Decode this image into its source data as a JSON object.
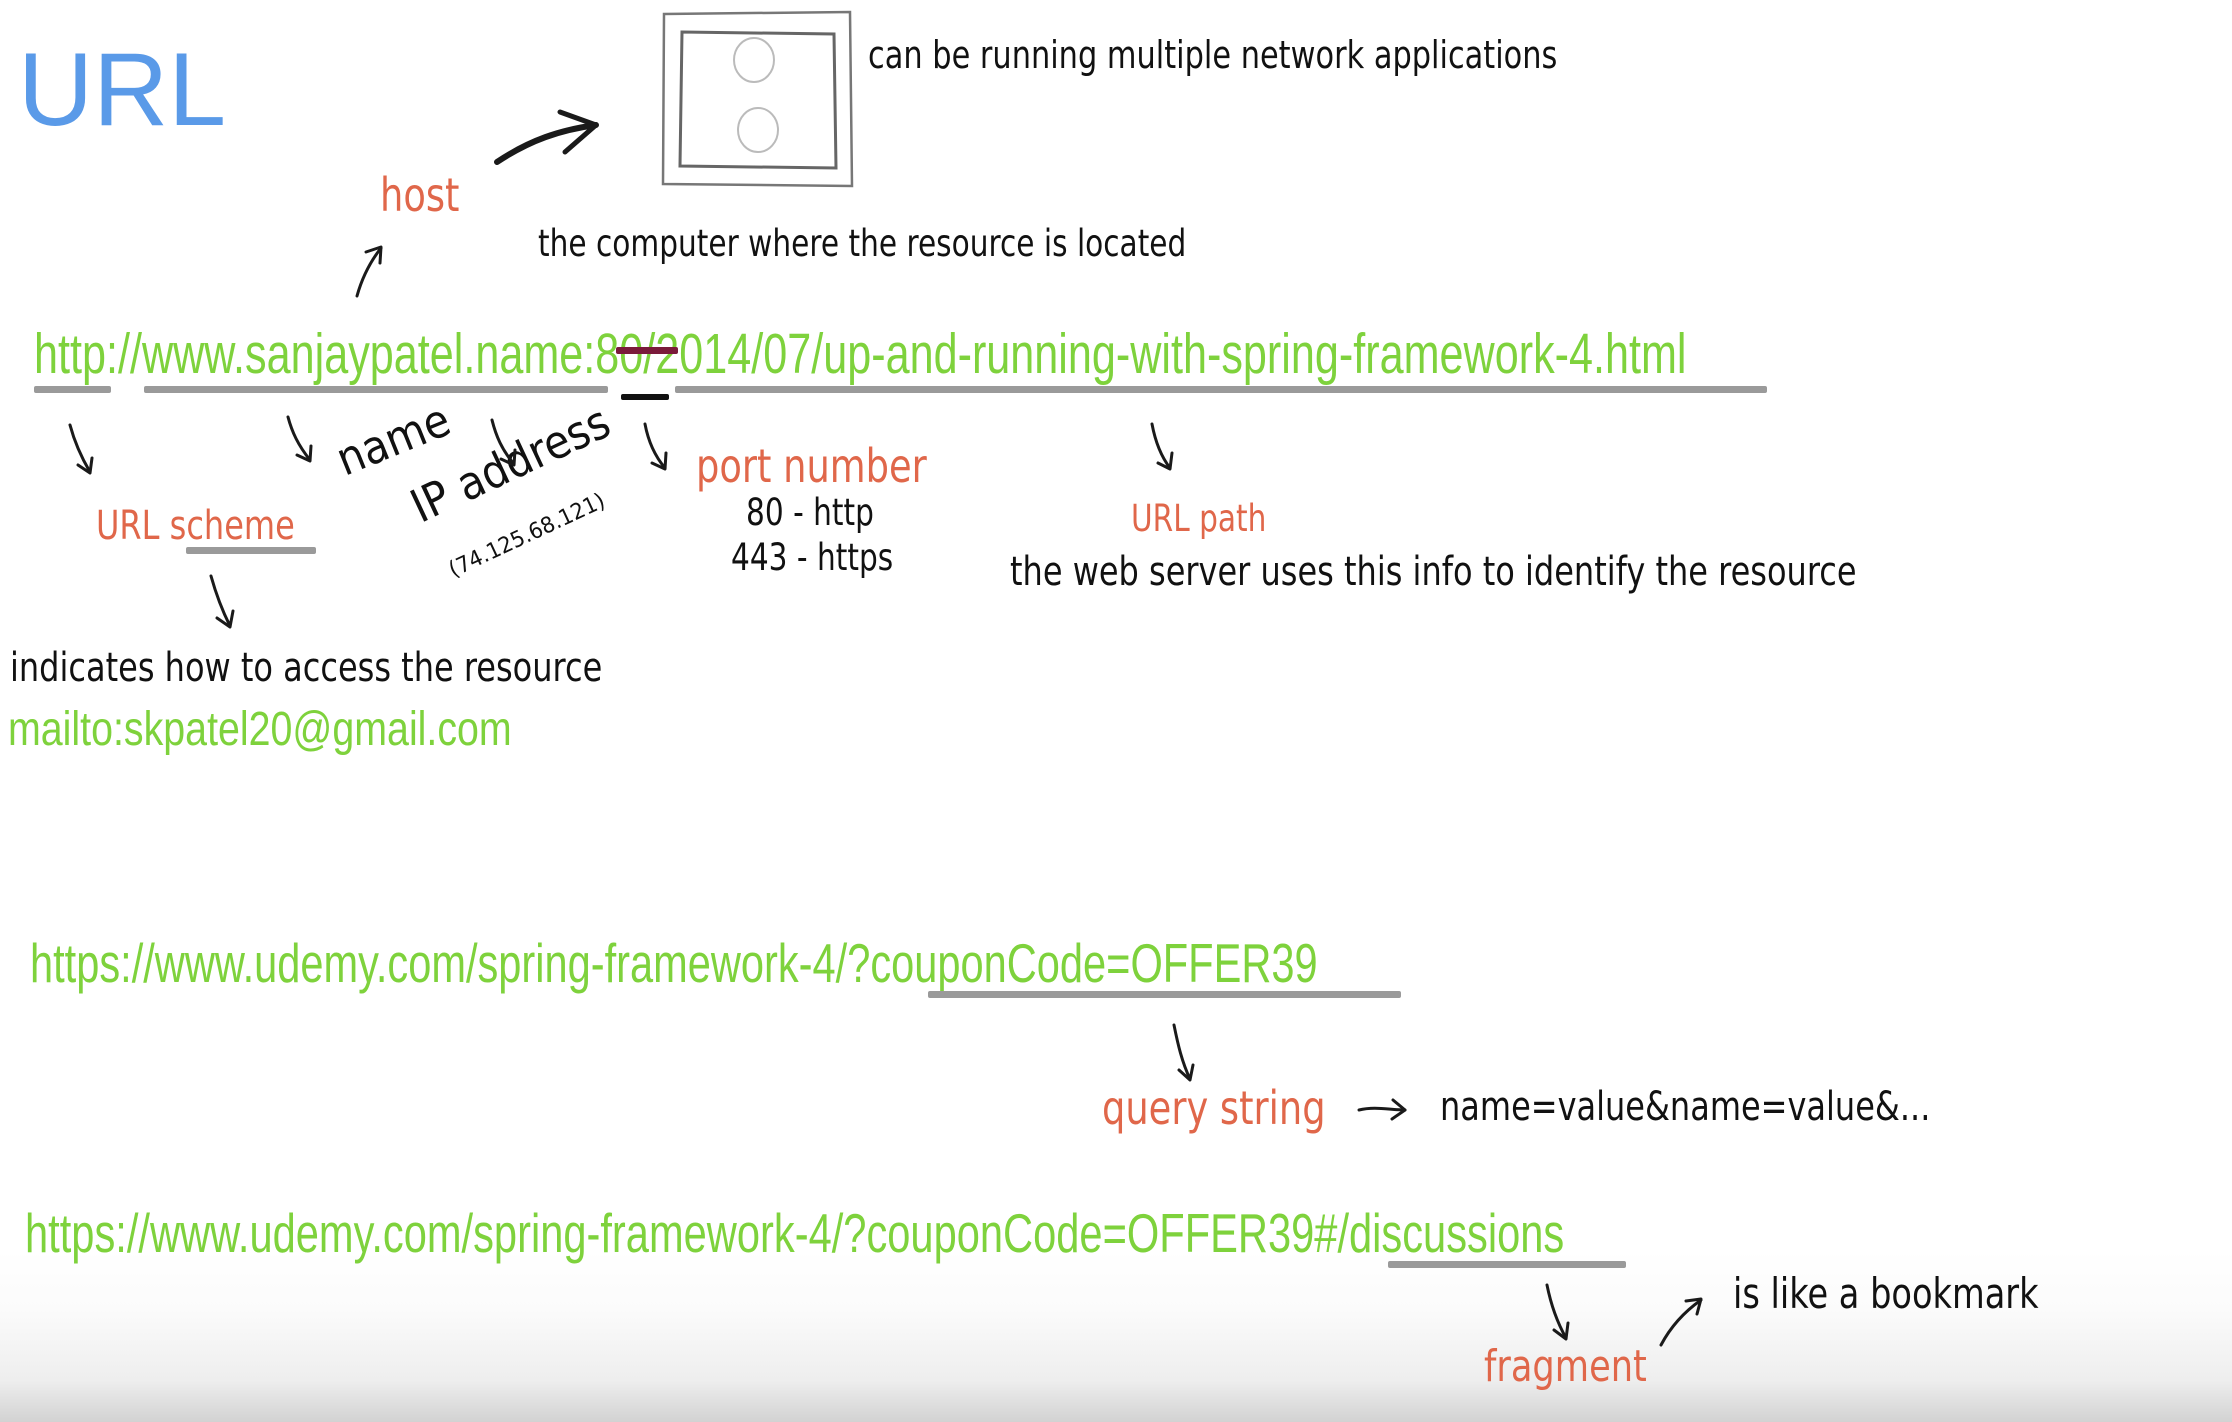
{
  "slide": {
    "title": "URL",
    "colors": {
      "title": "#5a9ae8",
      "url_text": "#7ed23c",
      "label": "#e0674a",
      "body_text": "#111111",
      "underline": "#9a9a9a",
      "port_strike": "#7a1a3a"
    }
  },
  "host_section": {
    "monitor_icon": "computer-monitor-icon",
    "monitor_caption": "can be running multiple network applications",
    "host_label": "host",
    "host_description": "the computer where the resource is located"
  },
  "url_example_1": {
    "full": "http://www.sanjaypatel.name:80/2014/07/up-and-running-with-spring-framework-4.html",
    "scheme_part": "http:",
    "separator_part": "//",
    "host_part": "www.sanjaypatel.name",
    "colon_part": ":",
    "port_part": "80",
    "path_part": "/2014/07/up-and-running-with-spring-framework-4.html"
  },
  "annotations_1": {
    "scheme_label_prefix": "URL ",
    "scheme_label_word": "scheme",
    "scheme_description": "indicates how to access the resource",
    "scheme_example": "mailto:skpatel20@gmail.com",
    "name_label": "name",
    "ip_label": "IP address",
    "ip_example": "(74.125.68.121)",
    "port_label": "port number",
    "port_values": [
      "80 - http",
      "443 - https"
    ],
    "path_label": "URL path",
    "path_description": "the web server uses this info to identify the resource"
  },
  "url_example_2": {
    "prefix": "https://www.udemy.com/spring-framework-4/?",
    "query_part": "couponCode=OFFER39",
    "query_label": "query string",
    "query_format": "name=value&name=value&..."
  },
  "url_example_3": {
    "prefix": "https://www.udemy.com/spring-framework-4/?couponCode=OFFER39",
    "fragment_part": "#/discussions",
    "fragment_label": "fragment",
    "fragment_description": "is like a bookmark"
  }
}
